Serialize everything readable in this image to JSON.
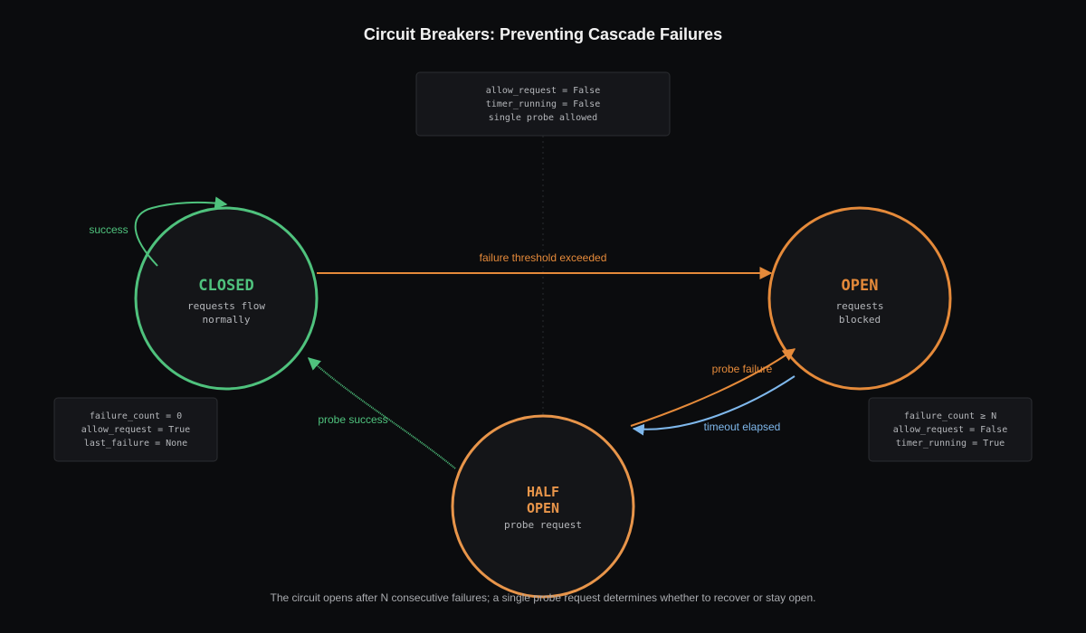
{
  "title": "Circuit Breakers: Preventing Cascade Failures",
  "colors": {
    "background": "#0b0c0e",
    "closed": "#4fc27d",
    "open": "#e58a3a",
    "half_open": "#e8954a",
    "timeout": "#7fb8ec",
    "box_fill": "#15161a",
    "box_border": "#2b2d31"
  },
  "states": {
    "closed": {
      "name": "CLOSED",
      "sub": [
        "requests flow",
        "normally"
      ]
    },
    "open": {
      "name": "OPEN",
      "sub": [
        "requests",
        "blocked"
      ]
    },
    "half_open": {
      "name": [
        "HALF",
        "OPEN"
      ],
      "sub": "probe request"
    }
  },
  "info_boxes": {
    "closed": [
      "failure_count = 0",
      "allow_request = True",
      "last_failure = None"
    ],
    "open": [
      "failure_count ≥ N",
      "allow_request = False",
      "timer_running = True"
    ],
    "half_open": [
      "allow_request = False",
      "timer_running = False",
      "single probe allowed"
    ]
  },
  "transitions": {
    "success": "success",
    "failure_threshold": "failure threshold exceeded",
    "probe_failure": "probe failure",
    "timeout_elapsed": "timeout elapsed",
    "probe_success": "probe success"
  },
  "caption": "The circuit opens after N consecutive failures; a single probe request determines whether to recover or stay open."
}
